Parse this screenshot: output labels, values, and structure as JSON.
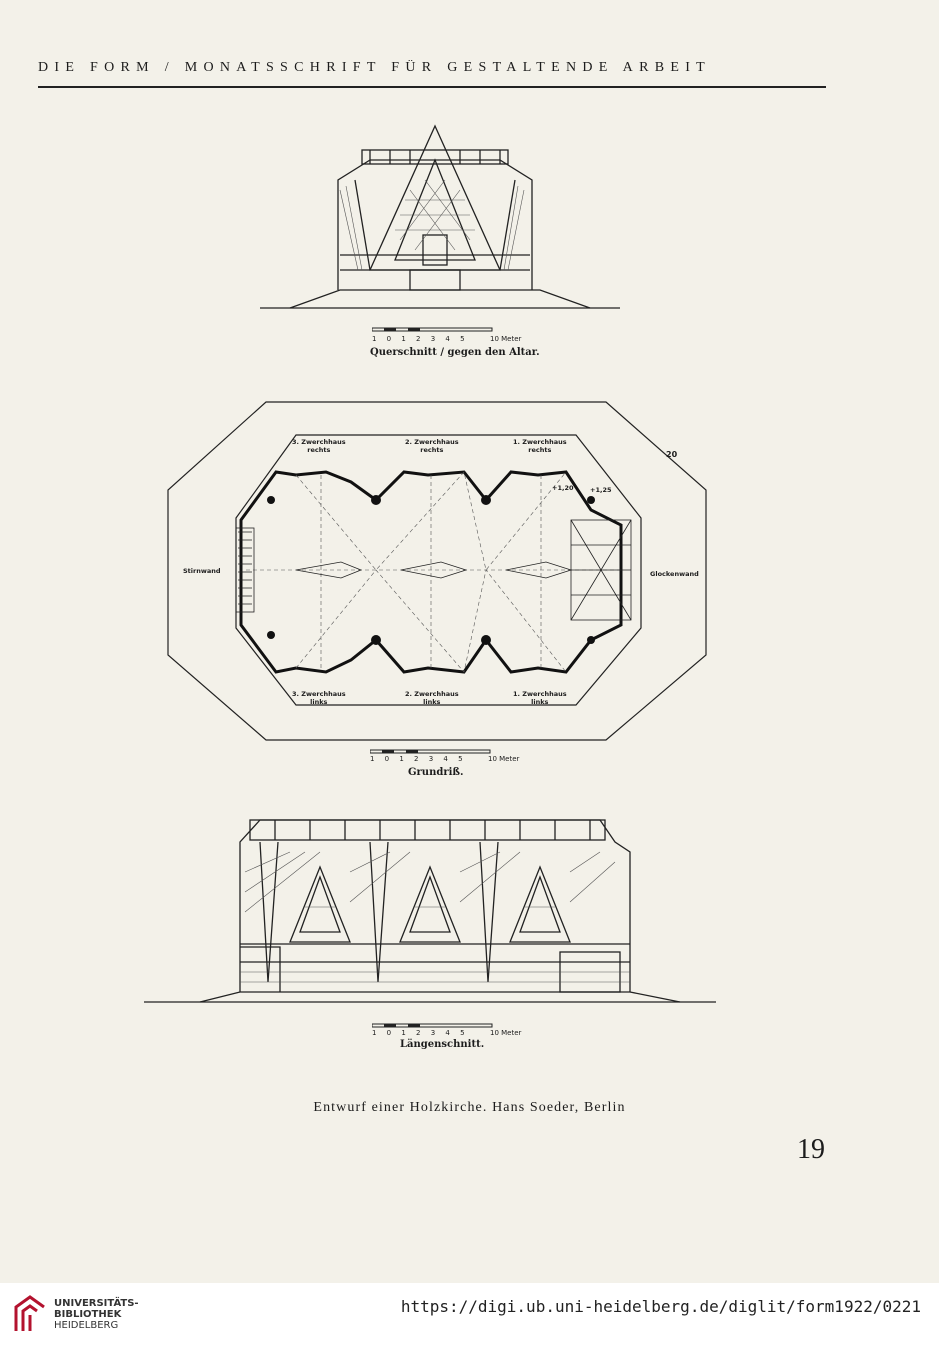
{
  "header": {
    "text": "DIE FORM / MONATSSCHRIFT FÜR GESTALTENDE ARBEIT"
  },
  "figures": {
    "cross_section": {
      "caption": "Querschnitt / gegen den Altar.",
      "scale_numbers": "1 0 1 2 3 4 5",
      "scale_end": "10 Meter"
    },
    "plan": {
      "caption": "Grundriß.",
      "scale_numbers": "1 0 1 2 3 4 5",
      "scale_end": "10 Meter",
      "corner_number": "20",
      "level_1": "+1,20",
      "level_2": "+1,25",
      "top_labels": [
        "3. Zwerchhaus\nrechts",
        "2. Zwerchhaus\nrechts",
        "1. Zwerchhaus\nrechts"
      ],
      "bottom_labels": [
        "3. Zwerchhaus\nlinks",
        "2. Zwerchhaus\nlinks",
        "1. Zwerchhaus\nlinks"
      ],
      "left_label": "Stirnwand",
      "right_label": "Glockenwand"
    },
    "long_section": {
      "caption": "Längenschnitt.",
      "scale_numbers": "1 0 1 2 3 4 5",
      "scale_end": "10 Meter"
    }
  },
  "caption": "Entwurf einer Holzkirche. Hans Soeder, Berlin",
  "page_number": "19",
  "footer": {
    "logo_line1": "UNIVERSITÄTS-",
    "logo_line2": "BIBLIOTHEK",
    "logo_line3": "HEIDELBERG",
    "url": "https://digi.ub.uni-heidelberg.de/diglit/form1922/0221",
    "logo_color": "#b3122e"
  }
}
